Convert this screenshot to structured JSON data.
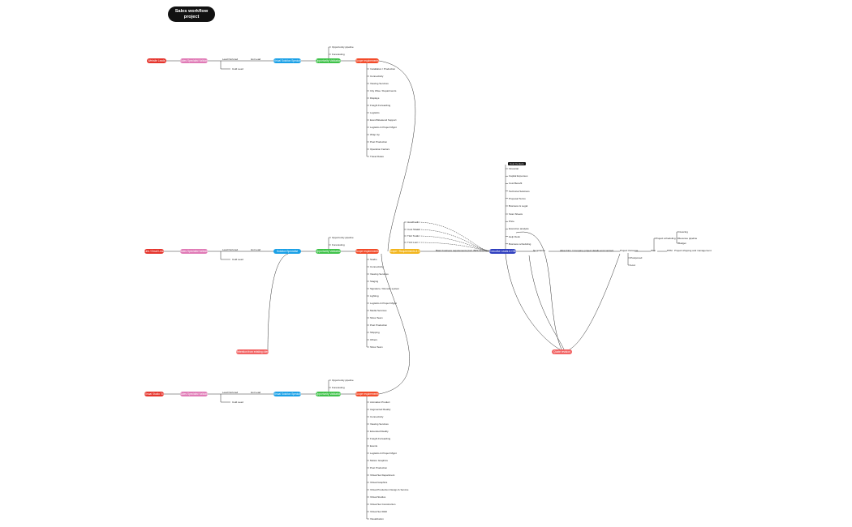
{
  "title": "Sales workflow project",
  "colors": {
    "red": "#e5352d",
    "pink": "#e07ab6",
    "blue": "#1aa0e6",
    "green": "#3fc24a",
    "orange": "#f24b2a",
    "yellow": "#f2b51c",
    "navy": "#2f3fbf",
    "salmon": "#f26464",
    "line": "#333333"
  },
  "flows": [
    {
      "source": "Website Leads",
      "stage1": "Sales Specialist Validation",
      "branch_yes": "Lead Nurtured",
      "branch_no": "Cold Lead",
      "hot_lead": "Hot Lead",
      "stage2": "Virtual Solution Specialist",
      "stage3": "Opportunity Validation",
      "subs": [
        "Opportunity pipeline",
        "Forecasting"
      ],
      "req": "Scope requirements",
      "items": [
        "Installation / Production",
        "Connectivity",
        "Viewing Services",
        "City Wise / Departments",
        "Displays",
        "Freight Forwarding",
        "Logistics",
        "Event/Weekend Support",
        "Logistics & Project Mgmt",
        "Wrap Up",
        "Post Production",
        "Operation Factors",
        "Travel Dates"
      ]
    },
    {
      "source": "Link / Email Leads",
      "stage1": "Sales Specialist Validation",
      "branch_yes": "Lead Nurtured",
      "branch_no": "Cold Lead",
      "hot_lead": "Hot Lead",
      "stage2": "Solution Specialist",
      "stage3": "Opportunity Validation",
      "subs": [
        "Opportunity pipeline",
        "Forecasting"
      ],
      "req": "Scope requirements",
      "items": [
        "Studio",
        "Connectivity",
        "Viewing Services",
        "Staging",
        "Signature / Remote system",
        "Lighting",
        "Logistics & Project Mgmt",
        "Media Services",
        "Show Team",
        "Post Production",
        "Shipping",
        "Others",
        "Show Team"
      ]
    },
    {
      "source": "Virtual Studio Tour",
      "stage1": "Sales Specialist Validation",
      "branch_yes": "Lead Nurtured",
      "branch_no": "Cold Lead",
      "hot_lead": "Hot Lead",
      "stage2": "Virtual Solution Specialist",
      "stage3": "Opportunity Validation",
      "subs": [
        "Opportunity pipeline",
        "Forecasting"
      ],
      "req": "Scope requirements",
      "items": [
        "Animation Product",
        "Augmented Reality",
        "Connectivity",
        "Viewing Services",
        "Extended Reality",
        "Freight Forwarding",
        "Events",
        "Logistics & Project Mgmt",
        "Motion Graphics",
        "Post Production",
        "Virtual Set Department",
        "Virtual Graphics",
        "Virtual Production Design & Service",
        "Virtual Studios",
        "Virtual Set Construction",
        "Virtual Set R&D",
        "Visualization"
      ]
    }
  ],
  "side_node": "Retention from existing clients",
  "center": {
    "node": "Scope / Requirements & Offer",
    "top_items": [
      "Handbook",
      "Cost Sheet",
      "T&C Tools",
      "TCO List"
    ],
    "note": "Basic business requirements (Incl. BPS SO) Document"
  },
  "review": {
    "node": "Executive Leads & Offer",
    "header": "Cost Centers",
    "items": [
      "Financial",
      "Capital Expenses",
      "Cost Benefit",
      "Technical Solutions",
      "Proposal Terms",
      "Business & Legal"
    ],
    "more": [
      "Scan Sheets",
      "Price",
      "Executive analysis",
      "Help Desk",
      "Business scheduling"
    ]
  },
  "negotiation": "Negotiation",
  "approve": "Allow Firm / Company project details and contract",
  "project_outcome": "Project Outcome",
  "won": "Won",
  "postponed": "Postponed",
  "lost": "Lost",
  "scheduling": "Project scheduling",
  "sched_items": [
    "Invoicing",
    "Revenue pipeline",
    "Budget"
  ],
  "ppm": "PPM",
  "ppm_label": "Project shipping and management",
  "revision": "Quote revision"
}
